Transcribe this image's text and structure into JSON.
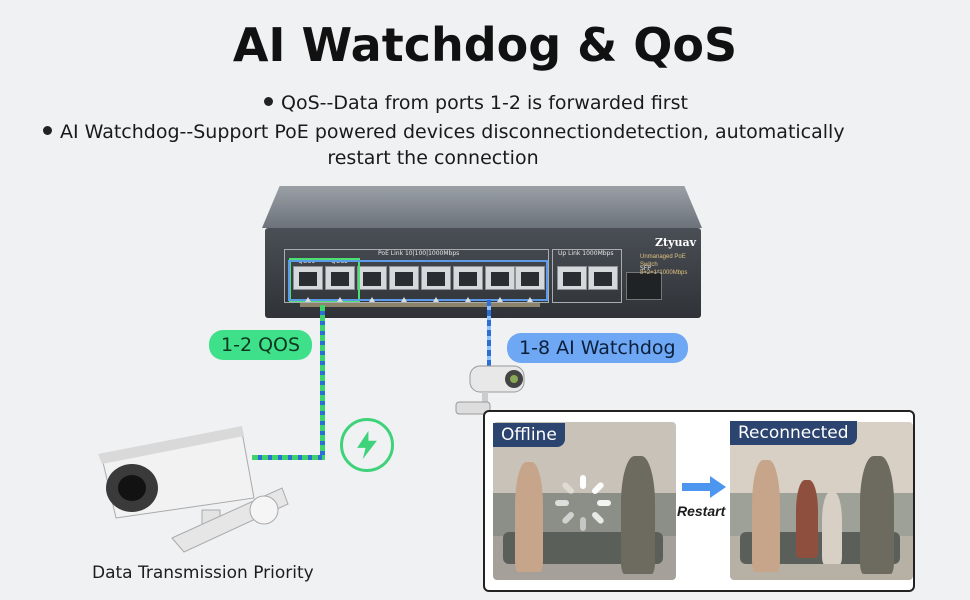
{
  "page": {
    "title": "AI Watchdog & QoS",
    "bullets": [
      "QoS--Data from ports 1-2 is forwarded first",
      "AI Watchdog--Support PoE powered devices disconnectiondetection, automatically",
      "restart the connection"
    ]
  },
  "switch": {
    "brand": "Ztyuav",
    "model_line": "Unmanaged PoE Switch 8+2+1*1000Mbps",
    "poe_label": "PoE Link  10|100|1000Mbps",
    "uplink_label": "Up Link  1000Mbps",
    "qos_labels": [
      "QOS1",
      "QOS2"
    ],
    "sfp_label": "SFP"
  },
  "labels": {
    "qos_pill": "1-2 QOS",
    "watchdog_pill": "1-8 AI Watchdog",
    "caption": "Data Transmission Priority",
    "offline": "Offline",
    "reconnected": "Reconnected",
    "restart": "Restart"
  },
  "colors": {
    "qos_green": "#3fe08a",
    "watchdog_blue": "#6ea8f4",
    "tag_navy": "#2c4570"
  },
  "icons": [
    "lightning-bolt-icon",
    "loading-spinner-icon",
    "right-arrow-icon",
    "security-camera-icon"
  ]
}
